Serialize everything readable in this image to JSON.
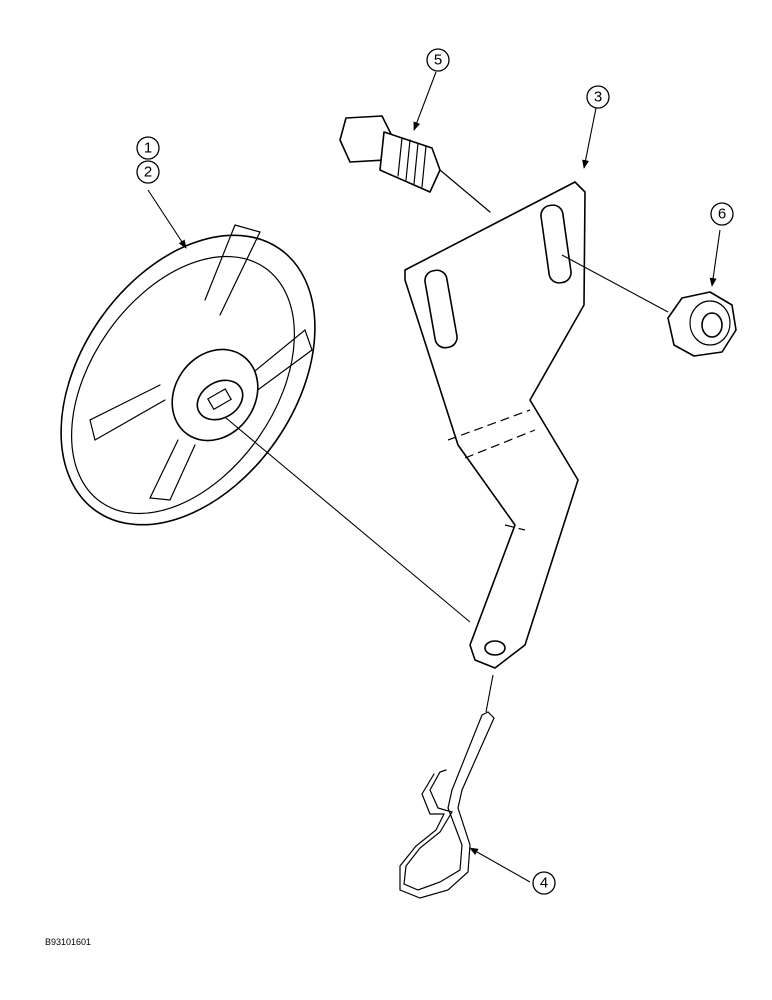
{
  "callouts": [
    {
      "id": "callout-1",
      "label": "1"
    },
    {
      "id": "callout-2",
      "label": "2"
    },
    {
      "id": "callout-3",
      "label": "3"
    },
    {
      "id": "callout-4",
      "label": "4"
    },
    {
      "id": "callout-5",
      "label": "5"
    },
    {
      "id": "callout-6",
      "label": "6"
    }
  ],
  "figure_code": "B93101601"
}
